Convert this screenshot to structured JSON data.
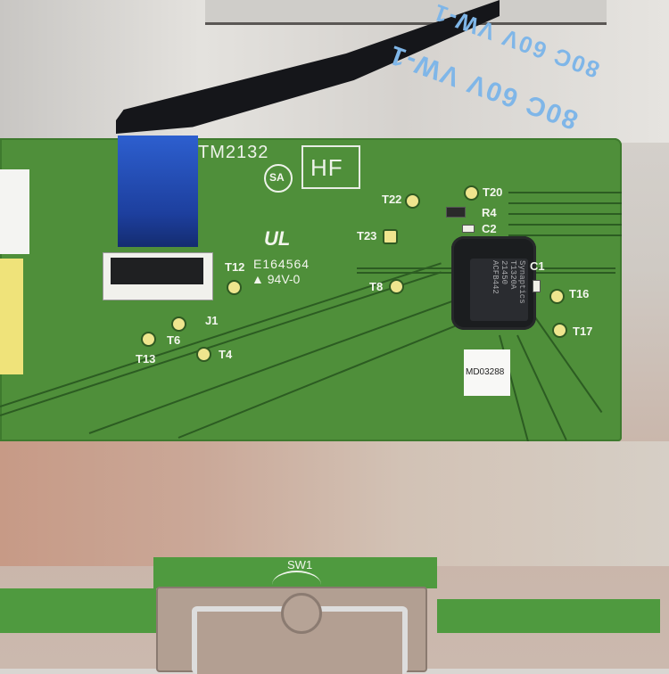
{
  "photo": {
    "subject": "Laptop touchpad PCB (Synaptics) mounted on metal plate",
    "colors": {
      "pcb_green": "#4f8f3a",
      "metal": "#d5d2ce",
      "ribbon_black": "#15161a",
      "ribbon_blue": "#2d5fcf",
      "test_point": "#efe58e"
    }
  },
  "ribbon_cable": {
    "text_upper": "80C 60V VW-1",
    "text_lower": "80C 60V VW-1"
  },
  "pcb": {
    "model": "TM2132",
    "hf_mark": "HF",
    "csa_mark": "SA",
    "ul_mark": "UL",
    "ul_file": "E164564",
    "flammability": "94V-0",
    "connector_ref": "J1",
    "sticker": "MD03288",
    "switch_ref": "SW1",
    "chip": {
      "lines": [
        "Synaptics",
        "T1320A",
        "21450",
        "ACFB442"
      ]
    },
    "components": [
      {
        "ref": "R4"
      },
      {
        "ref": "C2"
      },
      {
        "ref": "C1"
      }
    ],
    "test_points": [
      {
        "label": "T22"
      },
      {
        "label": "T20"
      },
      {
        "label": "T23"
      },
      {
        "label": "T12"
      },
      {
        "label": "T8"
      },
      {
        "label": "T16"
      },
      {
        "label": "T17"
      },
      {
        "label": "T6"
      },
      {
        "label": "T13"
      },
      {
        "label": "T4"
      }
    ]
  }
}
